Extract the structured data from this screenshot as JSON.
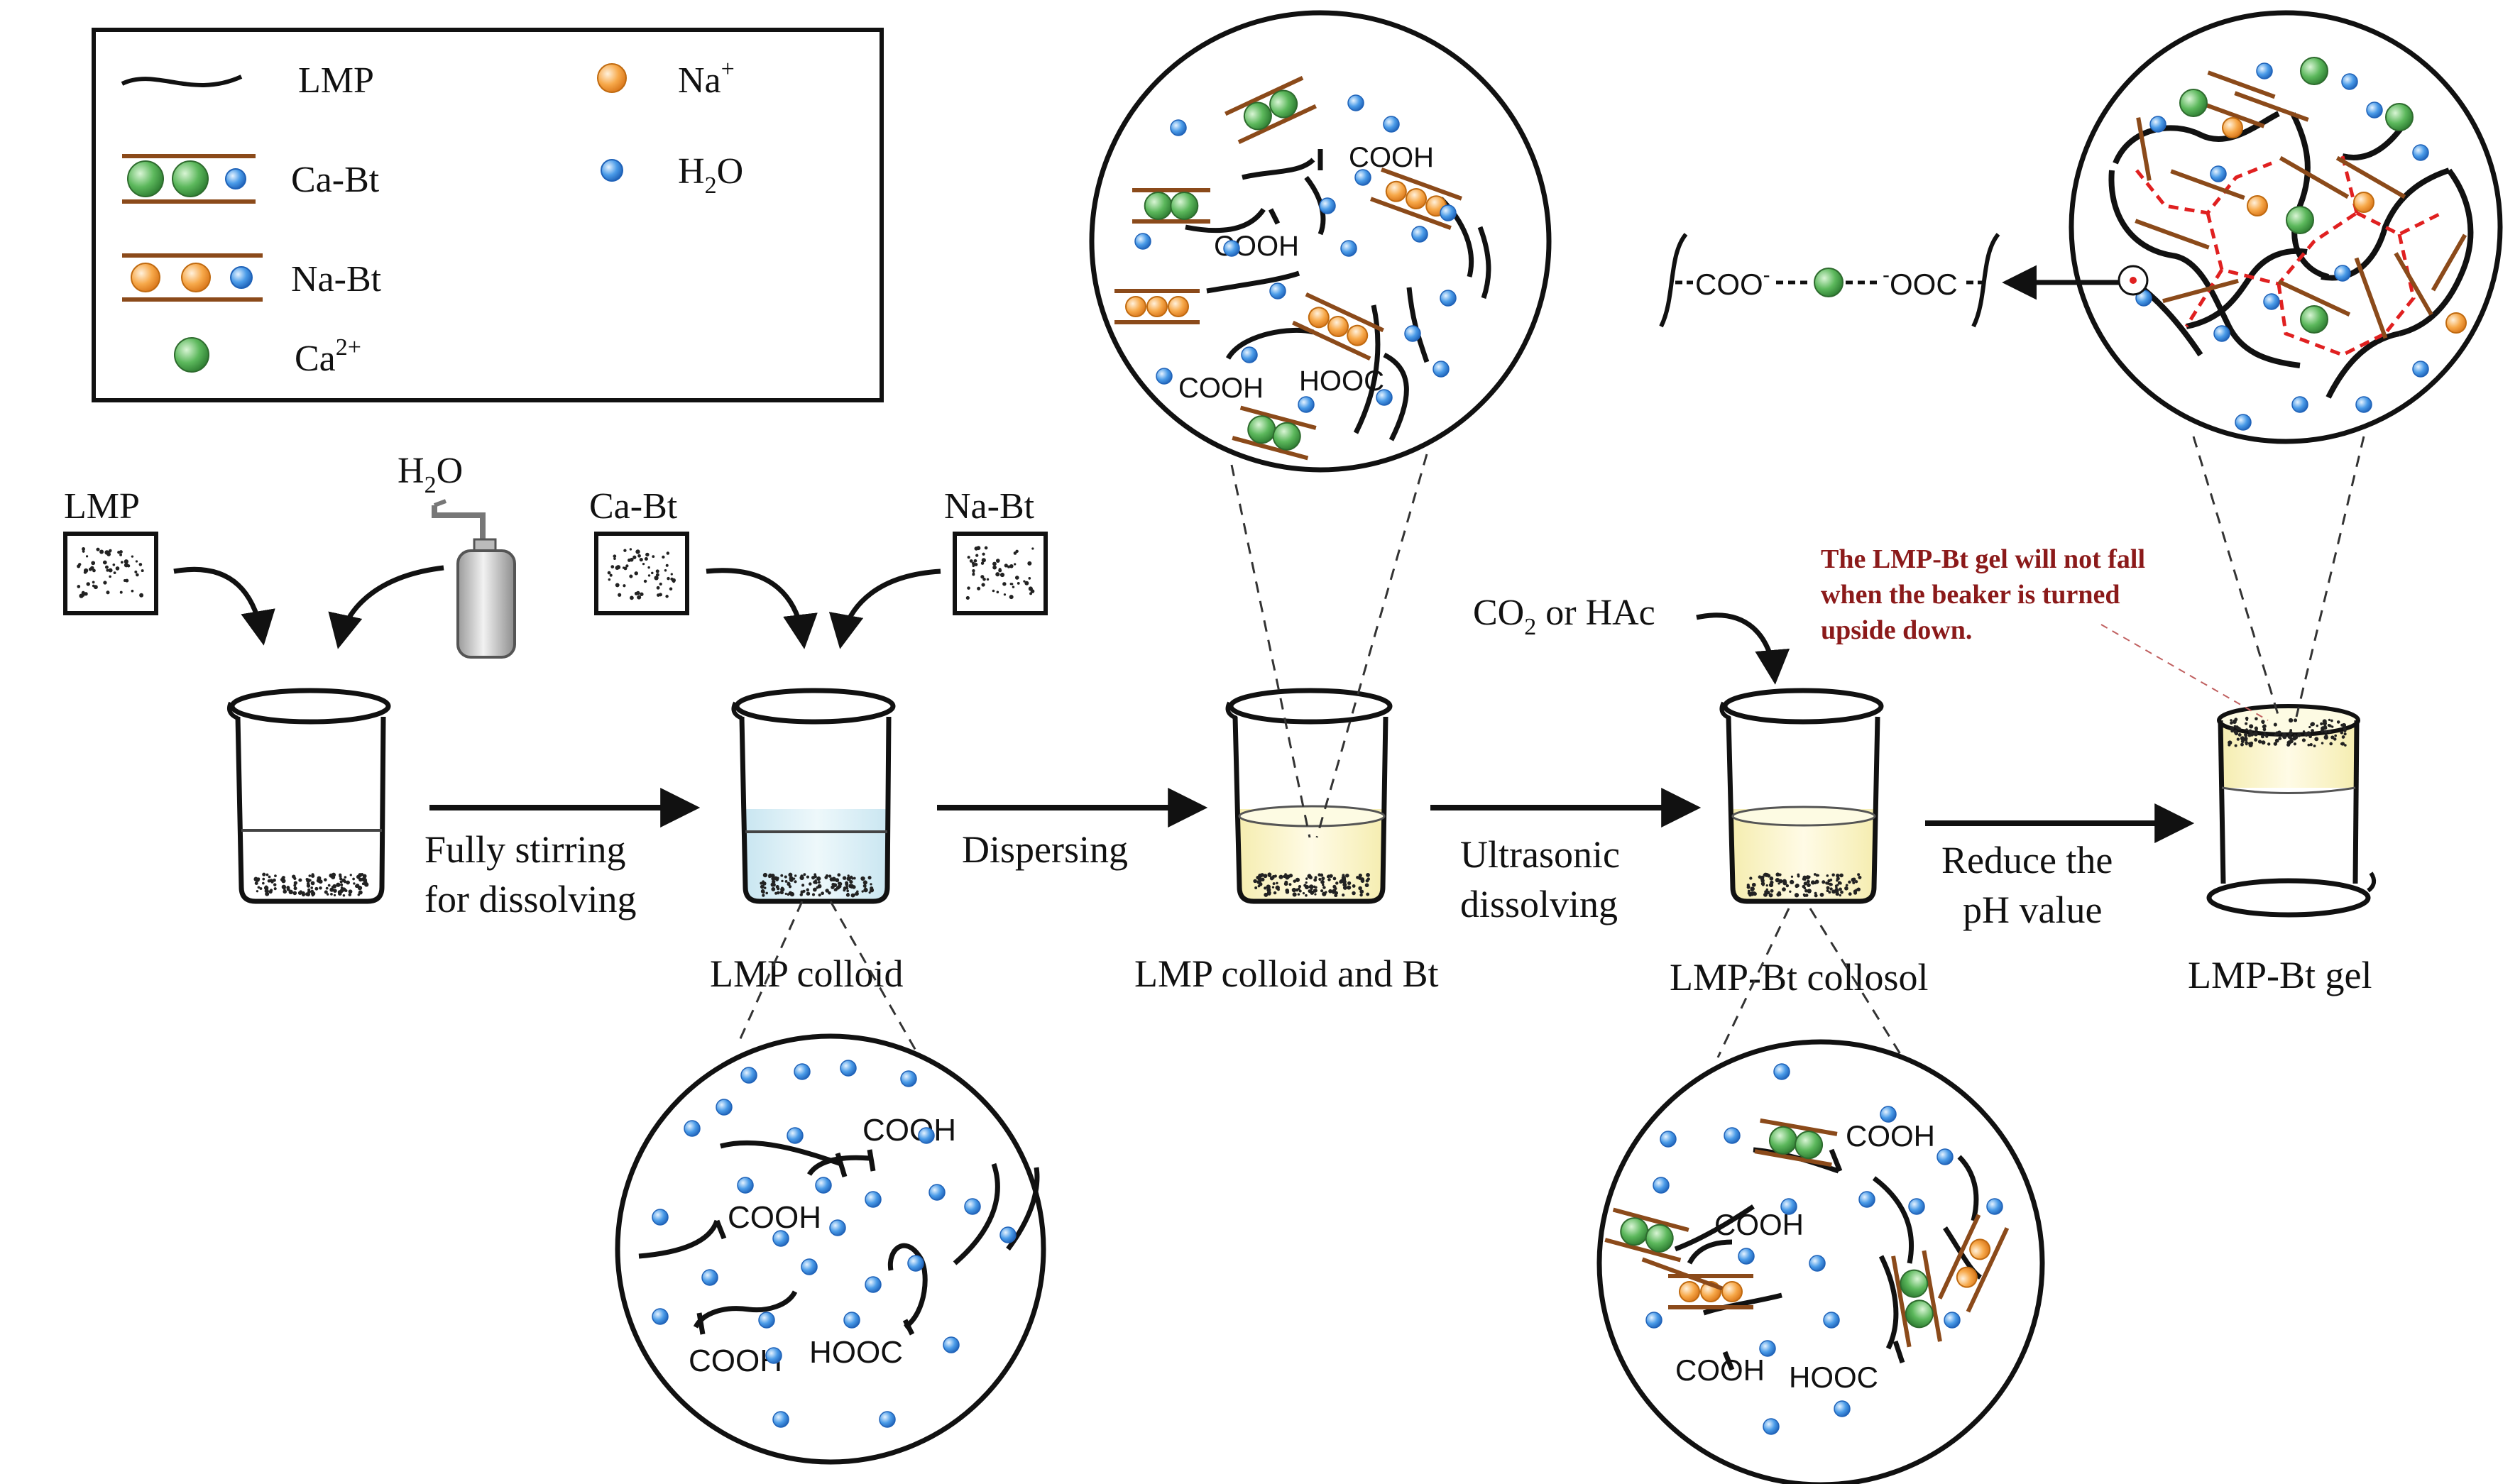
{
  "legend": {
    "lmp": "LMP",
    "ca_bt": "Ca-Bt",
    "na_bt": "Na-Bt",
    "ca_ion_base": "Ca",
    "ca_ion_sup": "2+",
    "na_ion_base": "Na",
    "na_ion_sup": "+",
    "water_h": "H",
    "water_sub": "2",
    "water_o": "O"
  },
  "inputs": {
    "lmp": "LMP",
    "water_h": "H",
    "water_sub": "2",
    "water_o": "O",
    "ca_bt": "Ca-Bt",
    "na_bt": "Na-Bt",
    "co2_c": "CO",
    "co2_sub": "2",
    "co2_rest": " or HAc"
  },
  "steps": {
    "step1_line1": "Fully stirring",
    "step1_line2": "for dissolving",
    "step2": "Dispersing",
    "step3_line1": "Ultrasonic",
    "step3_line2": "dissolving",
    "step4_line1": "Reduce the",
    "step4_line2": "pH value"
  },
  "beakers": {
    "b2": "LMP colloid",
    "b3": "LMP colloid and Bt",
    "b4": "LMP-Bt collosol",
    "b5": "LMP-Bt gel"
  },
  "chem": {
    "cooh": "COOH",
    "hooc": "HOOC",
    "coo_left": "COO",
    "coo_right": "OOC",
    "minus": "-"
  },
  "note": {
    "line1": "The LMP-Bt gel will not fall",
    "line2": "when  the  beaker  is  turned",
    "line3": "upside down."
  },
  "colors": {
    "bt_plate": "#8b4a1a",
    "ca_ion": "#4caf50",
    "na_ion": "#f5a040",
    "water": "#3a8fe0",
    "note": "#8b1a1a",
    "crosslink": "#e02020",
    "liquid_blue": "#d8eef6",
    "liquid_yellow": "#fbf6cf"
  }
}
